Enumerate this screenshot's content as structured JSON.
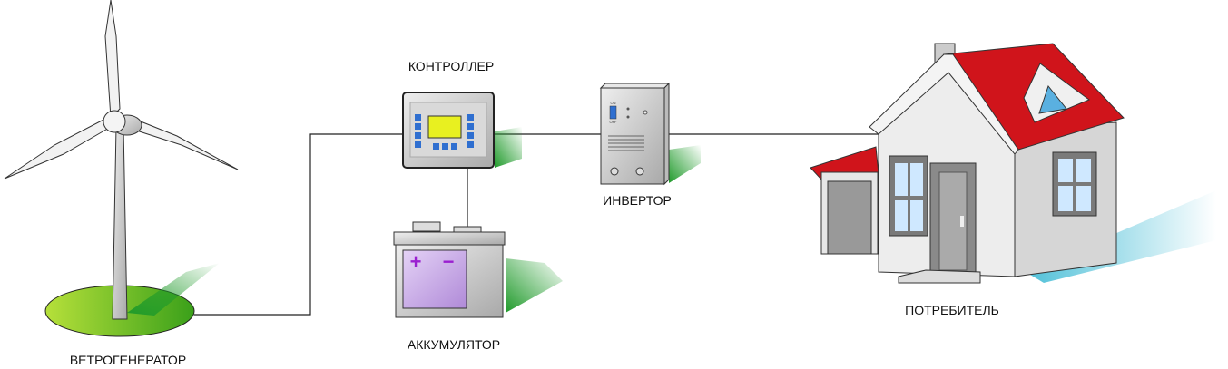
{
  "labels": {
    "wind_generator": "ВЕТРОГЕНЕРАТОР",
    "controller": "КОНТРОЛЛЕР",
    "inverter": "ИНВЕРТОР",
    "battery": "АККУМУЛЯТОР",
    "consumer": "ПОТРЕБИТЕЛЬ"
  },
  "inverter_switch": {
    "on": "ON",
    "off": "OFF"
  },
  "battery_terminals": {
    "plus": "+",
    "minus": "−"
  },
  "colors": {
    "ground": "#7cc21e",
    "shadow": "#2ea52e",
    "roof": "#d0141b",
    "screen": "#e8f020",
    "buttons": "#2f6fd0",
    "battery_face": "#c9a8e8",
    "battery_sign": "#9a1fd0"
  }
}
